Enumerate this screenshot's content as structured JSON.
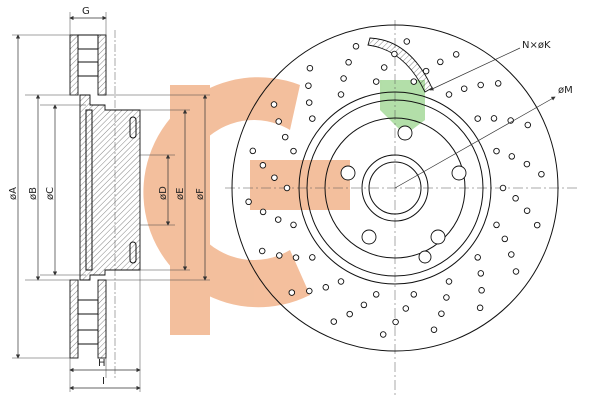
{
  "labels": {
    "G": "G",
    "H": "H",
    "I": "I",
    "A": "øA",
    "B": "øB",
    "C": "øC",
    "D": "øD",
    "E": "øE",
    "F": "øF",
    "NK": "N×øK",
    "M": "øM"
  },
  "colors": {
    "line": "#111111",
    "watermark_orange": "#f2b48c",
    "watermark_green": "#a6d99a"
  },
  "watermark": {
    "logo": "brand-logo-watermark"
  }
}
